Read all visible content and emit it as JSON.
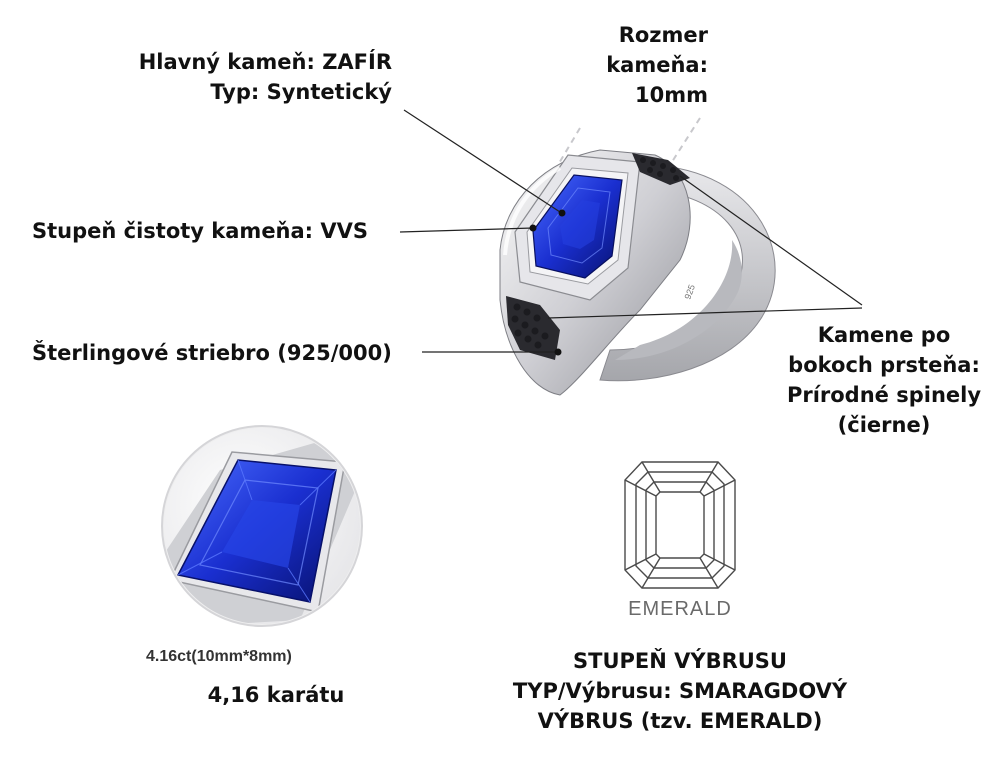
{
  "labels": {
    "main_stone": [
      "Hlavný kameň: ZAFÍR",
      "Typ: Syntetický"
    ],
    "stone_size": [
      "Rozmer",
      "kameňa:",
      "10mm"
    ],
    "clarity": "Stupeň čistoty kameňa: VVS",
    "silver": "Šterlingové striebro (925/000)",
    "side_stones": [
      "Kamene po",
      "bokoch prsteňa:",
      "Prírodné spinely",
      "(čierne)"
    ],
    "karat": "4,16 karátu",
    "cut": [
      "STUPEŇ VÝBRUSU",
      "TYP/Výbrusu: SMARAGDOVÝ",
      "VÝBRUS (tzv. EMERALD)"
    ]
  },
  "captions": {
    "carat_size": "4.16ct(10mm*8mm)",
    "emerald": "EMERALD"
  },
  "ring_stamp": "925",
  "colors": {
    "sapphire_dark": "#0a1a8c",
    "sapphire_light": "#3b5cff",
    "silver": "#d8d8dc",
    "side_stone": "#1a1a1a"
  }
}
